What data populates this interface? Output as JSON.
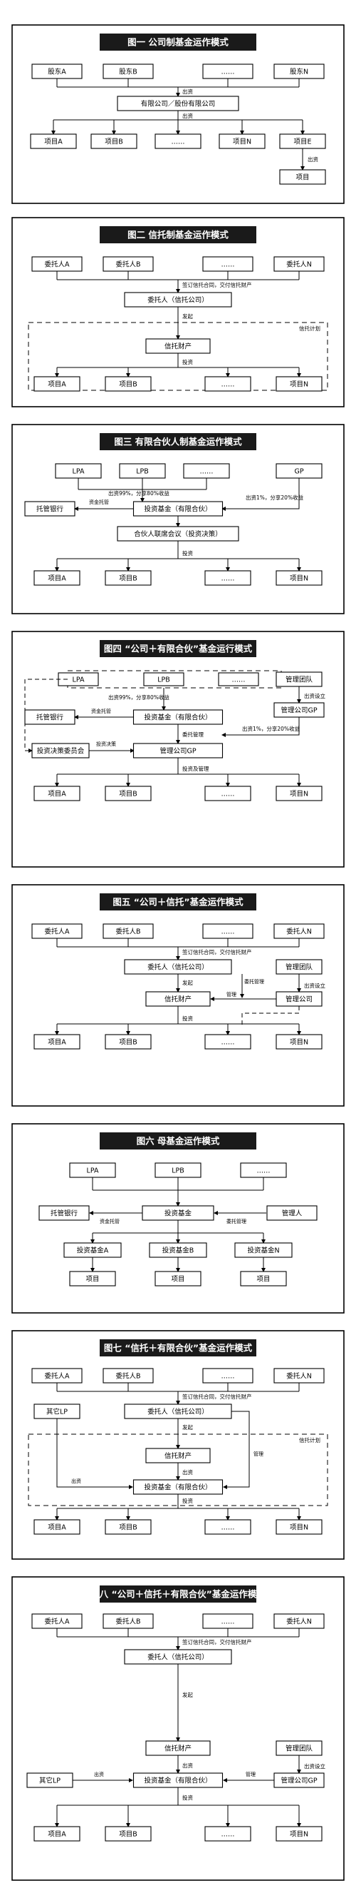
{
  "panels": [
    {
      "title": "图一  公司制基金运作模式",
      "texts": [
        "股东A",
        "股东B",
        "……",
        "股东N",
        "有限公司／股份有限公司",
        "项目A",
        "项目B",
        "……",
        "项目N",
        "项目E",
        "项目",
        "出资",
        "出资",
        "出资"
      ]
    },
    {
      "title": "图二  信托制基金运作模式",
      "texts": [
        "委托人A",
        "委托人B",
        "……",
        "委托人N",
        "委托人（信托公司）",
        "信托财产",
        "项目A",
        "项目B",
        "……",
        "项目N",
        "签订信托合同，交付信托财产",
        "发起",
        "信托计划",
        "投资"
      ]
    },
    {
      "title": "图三  有限合伙人制基金运作模式",
      "texts": [
        "LPA",
        "LPB",
        "……",
        "GP",
        "托管银行",
        "投资基金（有限合伙）",
        "合伙人联席会议（投资决策）",
        "项目A",
        "项目B",
        "……",
        "项目N",
        "出资99%，分享80%收益",
        "出资1%，分享20%收益",
        "资金托管",
        "投资"
      ]
    },
    {
      "title": "图四  “公司＋有限合伙”基金运行模式",
      "texts": [
        "LPA",
        "LPB",
        "……",
        "管理团队",
        "管理公司GP",
        "托管银行",
        "投资基金（有限合伙）",
        "投资决策委员会",
        "管理公司GP",
        "项目A",
        "项目B",
        "……",
        "项目N",
        "出资设立",
        "出资99%，分享80%收益",
        "出资1%，分享20%收益",
        "资金托管",
        "委托管理",
        "投资决策",
        "投资及管理"
      ]
    },
    {
      "title": "图五  “公司＋信托”基金运作模式",
      "texts": [
        "委托人A",
        "委托人B",
        "……",
        "委托人N",
        "委托人（信托公司）",
        "管理团队",
        "信托财产",
        "管理公司",
        "项目A",
        "项目B",
        "……",
        "项目N",
        "签订信托合同，交付信托财产",
        "发起",
        "委托管理",
        "管理",
        "出资设立",
        "投资"
      ]
    },
    {
      "title": "图六  母基金运作模式",
      "texts": [
        "LPA",
        "LPB",
        "……",
        "托管银行",
        "投资基金",
        "管理人",
        "投资基金A",
        "投资基金B",
        "投资基金N",
        "项目",
        "项目",
        "项目",
        "资金托管",
        "委托管理"
      ]
    },
    {
      "title": "图七  “信托＋有限合伙”基金运作模式",
      "texts": [
        "委托人A",
        "委托人B",
        "……",
        "委托人N",
        "其它LP",
        "委托人（信托公司）",
        "信托财产",
        "投资基金（有限合伙）",
        "项目A",
        "项目B",
        "……",
        "项目N",
        "签订信托合同，交付信托财产",
        "发起",
        "信托计划",
        "出资",
        "出资",
        "管理",
        "投资"
      ]
    },
    {
      "title": "图八  “公司＋信托＋有限合伙”基金运作模式",
      "texts": [
        "委托人A",
        "委托人B",
        "……",
        "委托人N",
        "委托人（信托公司）",
        "管理团队",
        "信托财产",
        "管理公司GP",
        "其它LP",
        "投资基金（有限合伙）",
        "项目A",
        "项目B",
        "……",
        "项目N",
        "签订信托合同，交付信托财产",
        "发起",
        "出资",
        "出资设立",
        "出资",
        "管理",
        "投资"
      ]
    }
  ]
}
